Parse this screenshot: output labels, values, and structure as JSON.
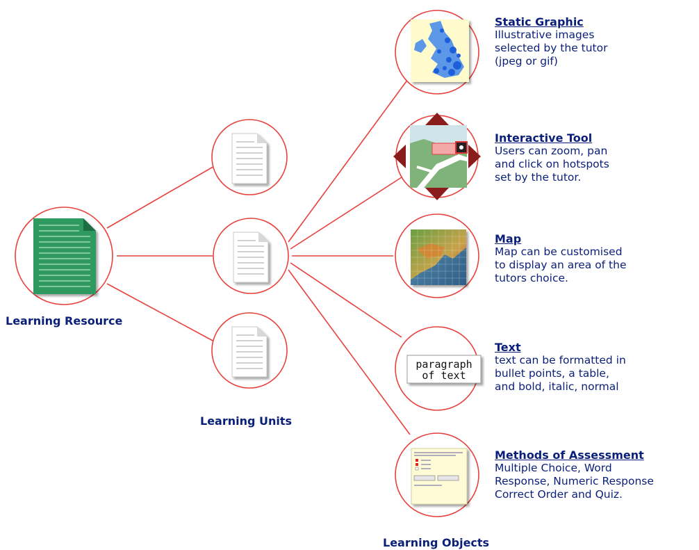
{
  "labels": {
    "learning_resource": "Learning Resource",
    "learning_units": "Learning Units",
    "learning_objects": "Learning Objects"
  },
  "objects": [
    {
      "title": "Static Graphic",
      "lines": [
        "Illustrative images",
        "selected by the tutor",
        "(jpeg or gif)"
      ]
    },
    {
      "title": "Interactive Tool",
      "lines": [
        "Users can zoom, pan",
        "and click on hotspots",
        "set by the tutor."
      ]
    },
    {
      "title": "Map",
      "lines": [
        "Map can be customised",
        "to display an area of the",
        "tutors choice."
      ]
    },
    {
      "title": "Text",
      "lines": [
        "text can be formatted in",
        "bullet points, a table,",
        "and bold, italic, normal"
      ]
    },
    {
      "title": "Methods of Assessment",
      "lines": [
        "Multiple Choice, Word",
        "Response, Numeric Response",
        "Correct Order and Quiz."
      ]
    }
  ],
  "text_thumb": {
    "line1": "paragraph",
    "line2": "of text"
  },
  "colors": {
    "connector": "#e8403c",
    "label_text": "#0a1f7a",
    "resource_doc": "#2e9a60",
    "quiz_bg": "#fffbd6"
  }
}
